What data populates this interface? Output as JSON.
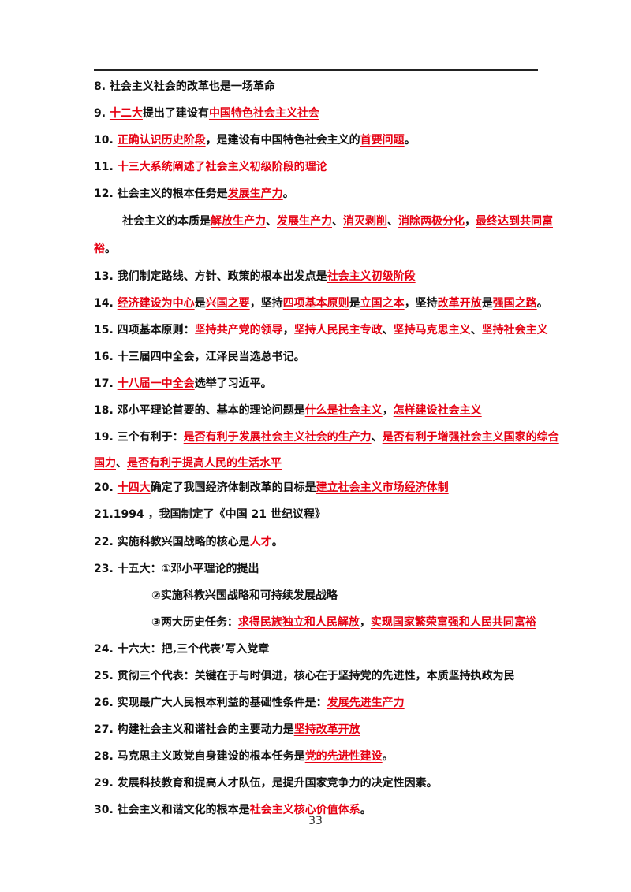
{
  "page_number": "33",
  "lines": [
    {
      "indent": 0,
      "segs": [
        {
          "t": "8. 社会主义社会的改革也是一场革命"
        }
      ]
    },
    {
      "indent": 0,
      "segs": [
        {
          "t": "9. "
        },
        {
          "t": "十二大",
          "h": true
        },
        {
          "t": "提出了建设有"
        },
        {
          "t": "中国特色社会主义社会",
          "h": true
        }
      ]
    },
    {
      "indent": 0,
      "segs": [
        {
          "t": "10. "
        },
        {
          "t": "正确认识历史阶段",
          "h": true
        },
        {
          "t": "，是建设有中国特色社会主义的"
        },
        {
          "t": "首要问题",
          "h": true
        },
        {
          "t": "。"
        }
      ]
    },
    {
      "indent": 0,
      "segs": [
        {
          "t": "11. "
        },
        {
          "t": "十三大系统阐述了社会主义初级阶段的理论",
          "h": true
        }
      ]
    },
    {
      "indent": 0,
      "segs": [
        {
          "t": "12. 社会主义的根本任务是"
        },
        {
          "t": "发展生产力",
          "h": true
        },
        {
          "t": "。"
        }
      ]
    },
    {
      "indent": 36,
      "segs": [
        {
          "t": "社会主义的本质是"
        },
        {
          "t": "解放生产力",
          "h": true
        },
        {
          "t": "、"
        },
        {
          "t": "发展生产力",
          "h": true
        },
        {
          "t": "、"
        },
        {
          "t": "消灭剥削",
          "h": true
        },
        {
          "t": "、"
        },
        {
          "t": "消除两极分化",
          "h": true
        },
        {
          "t": "，"
        },
        {
          "t": "最终达到共同富",
          "h": true
        }
      ]
    },
    {
      "indent": 0,
      "segs": [
        {
          "t": "裕",
          "h": true
        },
        {
          "t": "。"
        }
      ]
    },
    {
      "indent": 0,
      "segs": [
        {
          "t": "13. 我们制定路线、方针、政策的根本出发点是"
        },
        {
          "t": "社会主义初级阶段",
          "h": true
        }
      ]
    },
    {
      "indent": 0,
      "segs": [
        {
          "t": "14. "
        },
        {
          "t": "经济建设为中心",
          "h": true
        },
        {
          "t": "是"
        },
        {
          "t": "兴国之要",
          "h": true
        },
        {
          "t": "，坚持"
        },
        {
          "t": "四项基本原则",
          "h": true
        },
        {
          "t": "是"
        },
        {
          "t": "立国之本",
          "h": true
        },
        {
          "t": "，坚持"
        },
        {
          "t": "改革开放",
          "h": true
        },
        {
          "t": "是"
        },
        {
          "t": "强国之路",
          "h": true
        },
        {
          "t": "。"
        }
      ]
    },
    {
      "indent": 0,
      "segs": [
        {
          "t": "15. 四项基本原则："
        },
        {
          "t": "坚持共产党的领导",
          "h": true
        },
        {
          "t": "，"
        },
        {
          "t": "坚持人民民主专政",
          "h": true
        },
        {
          "t": "、"
        },
        {
          "t": "坚持马克思主义",
          "h": true
        },
        {
          "t": "、"
        },
        {
          "t": "坚持社会主义",
          "h": true
        }
      ]
    },
    {
      "indent": 0,
      "segs": [
        {
          "t": "16. 十三届四中全会，江泽民当选总书记。"
        }
      ]
    },
    {
      "indent": 0,
      "segs": [
        {
          "t": "17. "
        },
        {
          "t": "十八届一中全会",
          "h": true
        },
        {
          "t": "选举了习近平。"
        }
      ]
    },
    {
      "indent": 0,
      "segs": [
        {
          "t": "18. 邓小平理论首要的、基本的理论问题是"
        },
        {
          "t": "什么是社会主义",
          "h": true
        },
        {
          "t": "，"
        },
        {
          "t": "怎样建设社会主义",
          "h": true
        }
      ]
    },
    {
      "indent": 0,
      "segs": [
        {
          "t": "19. 三个有利于："
        },
        {
          "t": "是否有利于发展社会主义社会的生产力",
          "h": true
        },
        {
          "t": "、"
        },
        {
          "t": "是否有利于增强社会主义国家的综合",
          "h": true
        }
      ]
    },
    {
      "indent": 0,
      "segs": [
        {
          "t": "国力",
          "h": true
        },
        {
          "t": "、"
        },
        {
          "t": "是否有利于提高人民的生活水平",
          "h": true
        }
      ]
    },
    {
      "indent": 0,
      "segs": [
        {
          "t": "20. "
        },
        {
          "t": "十四大",
          "h": true
        },
        {
          "t": "确定了我国经济体制改革的目标是"
        },
        {
          "t": "建立社会主义市场经济体制",
          "h": true
        }
      ]
    },
    {
      "indent": 0,
      "segs": [
        {
          "t": "21.1994 ，我国制定了《中国 21 世纪议程》"
        }
      ]
    },
    {
      "indent": 0,
      "segs": [
        {
          "t": "22. 实施科教兴国战略的核心是"
        },
        {
          "t": "人才",
          "h": true
        },
        {
          "t": "。"
        }
      ]
    },
    {
      "indent": 0,
      "segs": [
        {
          "t": "23. 十五大：①邓小平理论的提出"
        }
      ]
    },
    {
      "indent": 73,
      "segs": [
        {
          "t": "②实施科教兴国战略和可持续发展战略"
        }
      ]
    },
    {
      "indent": 73,
      "segs": [
        {
          "t": "③两大历史任务："
        },
        {
          "t": "求得民族独立和人民解放",
          "h": true
        },
        {
          "t": "，"
        },
        {
          "t": "实现国家繁荣富强和人民共同富裕",
          "h": true
        }
      ]
    },
    {
      "indent": 0,
      "segs": [
        {
          "t": "24. 十六大：把‚三个代表’写入党章"
        }
      ]
    },
    {
      "indent": 0,
      "segs": [
        {
          "t": "25. 贯彻三个代表：关键在于与时俱进，核心在于坚持党的先进性，本质坚持执政为民"
        }
      ]
    },
    {
      "indent": 0,
      "segs": [
        {
          "t": "26. 实现最广大人民根本利益的基础性条件是："
        },
        {
          "t": "发展先进生产力",
          "h": true
        }
      ]
    },
    {
      "indent": 0,
      "segs": [
        {
          "t": "27. 构建社会主义和谐社会的主要动力是"
        },
        {
          "t": "坚持改革开放",
          "h": true
        }
      ]
    },
    {
      "indent": 0,
      "segs": [
        {
          "t": "28. 马克思主义政党自身建设的根本任务是"
        },
        {
          "t": "党的先进性建设",
          "h": true
        },
        {
          "t": "。"
        }
      ]
    },
    {
      "indent": 0,
      "segs": [
        {
          "t": "29. 发展科技教育和提高人才队伍，是提升国家竞争力的决定性因素。"
        }
      ]
    },
    {
      "indent": 0,
      "segs": [
        {
          "t": "30. 社会主义和谐文化的根本是"
        },
        {
          "t": "社会主义核心价值体系",
          "h": true
        },
        {
          "t": "。"
        }
      ]
    }
  ]
}
